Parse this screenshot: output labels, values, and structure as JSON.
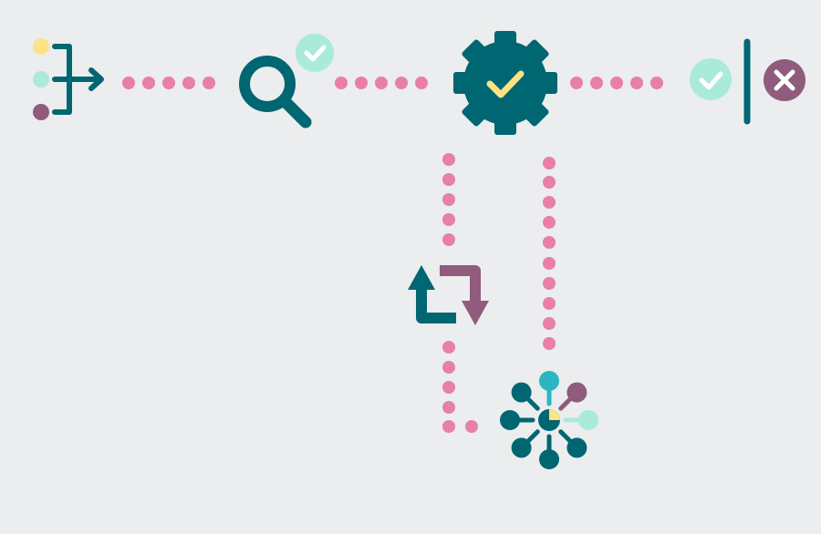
{
  "colors": {
    "background": "#ebedee",
    "teal": "#006672",
    "pink": "#e87fa6",
    "mint": "#a9ebd8",
    "yellow": "#fee386",
    "plum": "#905b7d",
    "cyan": "#2bb7c2",
    "white": "#ffffff"
  },
  "nodes": [
    {
      "id": "data-input",
      "icon": "data-split-arrow-icon"
    },
    {
      "id": "search",
      "icon": "magnifier-check-icon"
    },
    {
      "id": "process",
      "icon": "gear-check-icon"
    },
    {
      "id": "result",
      "icon": "pass-fail-icon"
    },
    {
      "id": "iterate",
      "icon": "cycle-arrows-icon"
    },
    {
      "id": "network",
      "icon": "network-hub-icon"
    }
  ],
  "connectors": [
    {
      "from": "data-input",
      "to": "search",
      "style": "dotted"
    },
    {
      "from": "search",
      "to": "process",
      "style": "dotted"
    },
    {
      "from": "process",
      "to": "result",
      "style": "dotted"
    },
    {
      "from": "process",
      "to": "iterate",
      "style": "dotted"
    },
    {
      "from": "iterate",
      "to": "network",
      "style": "dotted"
    },
    {
      "from": "process",
      "to": "network",
      "style": "dotted"
    }
  ]
}
